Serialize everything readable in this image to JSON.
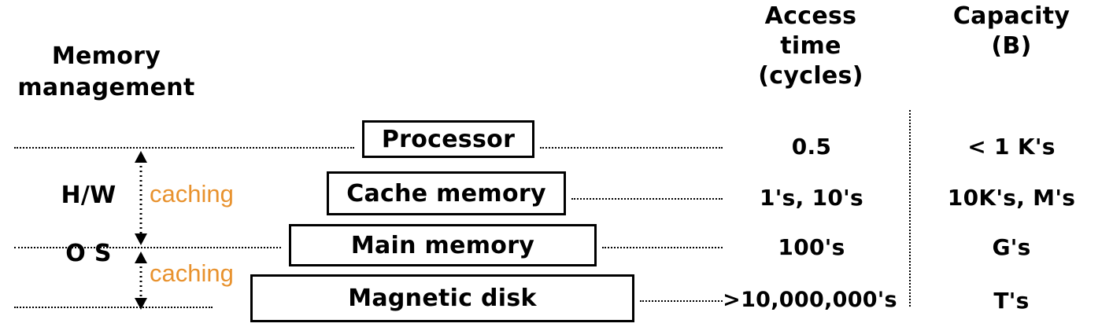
{
  "diagram": {
    "title": "Memory\nmanagement",
    "accent_color": "#E8922E",
    "line_color": "#000000",
    "background": "#ffffff"
  },
  "headers": {
    "access_time": "Access\ntime\n(cycles)",
    "capacity": "Capacity\n(B)"
  },
  "levels": [
    {
      "name": "processor",
      "label": "Processor",
      "access_time": "0.5",
      "capacity": "< 1 K's"
    },
    {
      "name": "cache-memory",
      "label": "Cache memory",
      "access_time": "1's, 10's",
      "capacity": "10K's, M's"
    },
    {
      "name": "main-memory",
      "label": "Main memory",
      "access_time": "100's",
      "capacity": "G's"
    },
    {
      "name": "magnetic-disk",
      "label": "Magnetic disk",
      "access_time": ">10,000,000's",
      "capacity": "T's"
    }
  ],
  "management_bands": [
    {
      "name": "hardware",
      "label": "H/W",
      "mechanism": "caching"
    },
    {
      "name": "operating-system",
      "label": "O S",
      "mechanism": "caching"
    }
  ]
}
